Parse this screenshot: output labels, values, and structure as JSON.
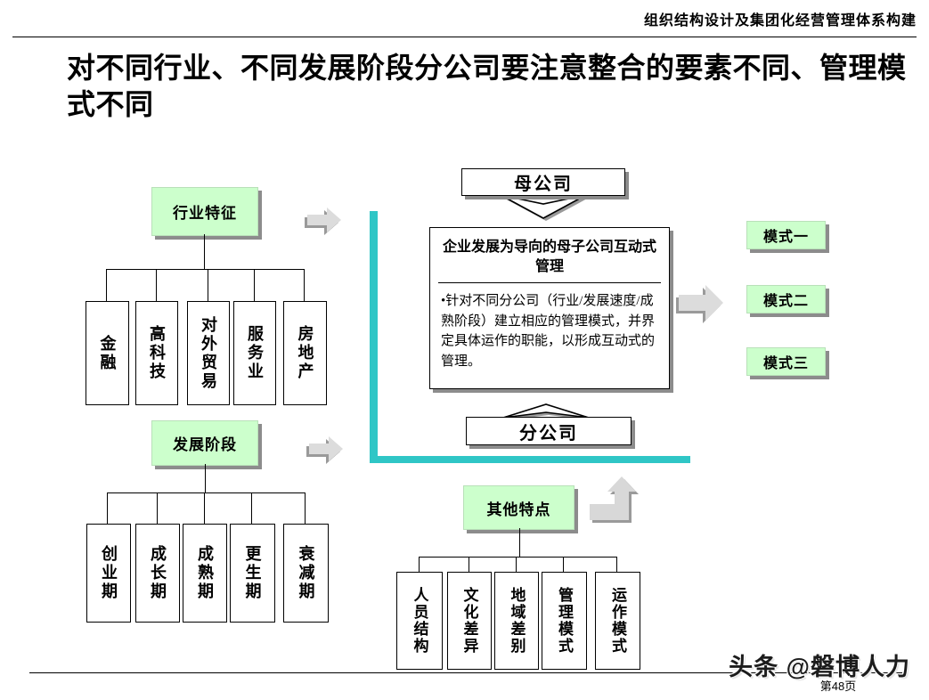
{
  "header": {
    "course_title": "组织结构设计及集团化经营管理体系构建"
  },
  "slide_title": "对不同行业、不同发展阶段分公司要注意整合的要素不同、管理模式不同",
  "industry_group": {
    "label": "行业特征",
    "children": [
      "金融",
      "高科技",
      "对外贸易",
      "服务业",
      "房地产"
    ]
  },
  "stage_group": {
    "label": "发展阶段",
    "children": [
      "创业期",
      "成长期",
      "成熟期",
      "更生期",
      "衰减期"
    ]
  },
  "other_group": {
    "label": "其他特点",
    "children": [
      "人员结构",
      "文化差异",
      "地域差别",
      "管理模式",
      "运作模式"
    ]
  },
  "center": {
    "parent_label": "母公司",
    "child_label": "分公司",
    "box_title": "企业发展为导向的母子公司互动式管理",
    "box_body": "•针对不同分公司（行业/发展速度/成熟阶段）建立相应的管理模式，并界定具体运作的职能，以形成互动式的管理。"
  },
  "modes": [
    "模式一",
    "模式二",
    "模式三"
  ],
  "footer": {
    "watermark": "头条 @磐博人力",
    "page": "第48页"
  },
  "colors": {
    "box_green": "#ccffcc",
    "divider_cyan": "#2fc6c6",
    "shadow_gray": "#8c8c8c",
    "arrow_gray": "#d8d8d8"
  }
}
